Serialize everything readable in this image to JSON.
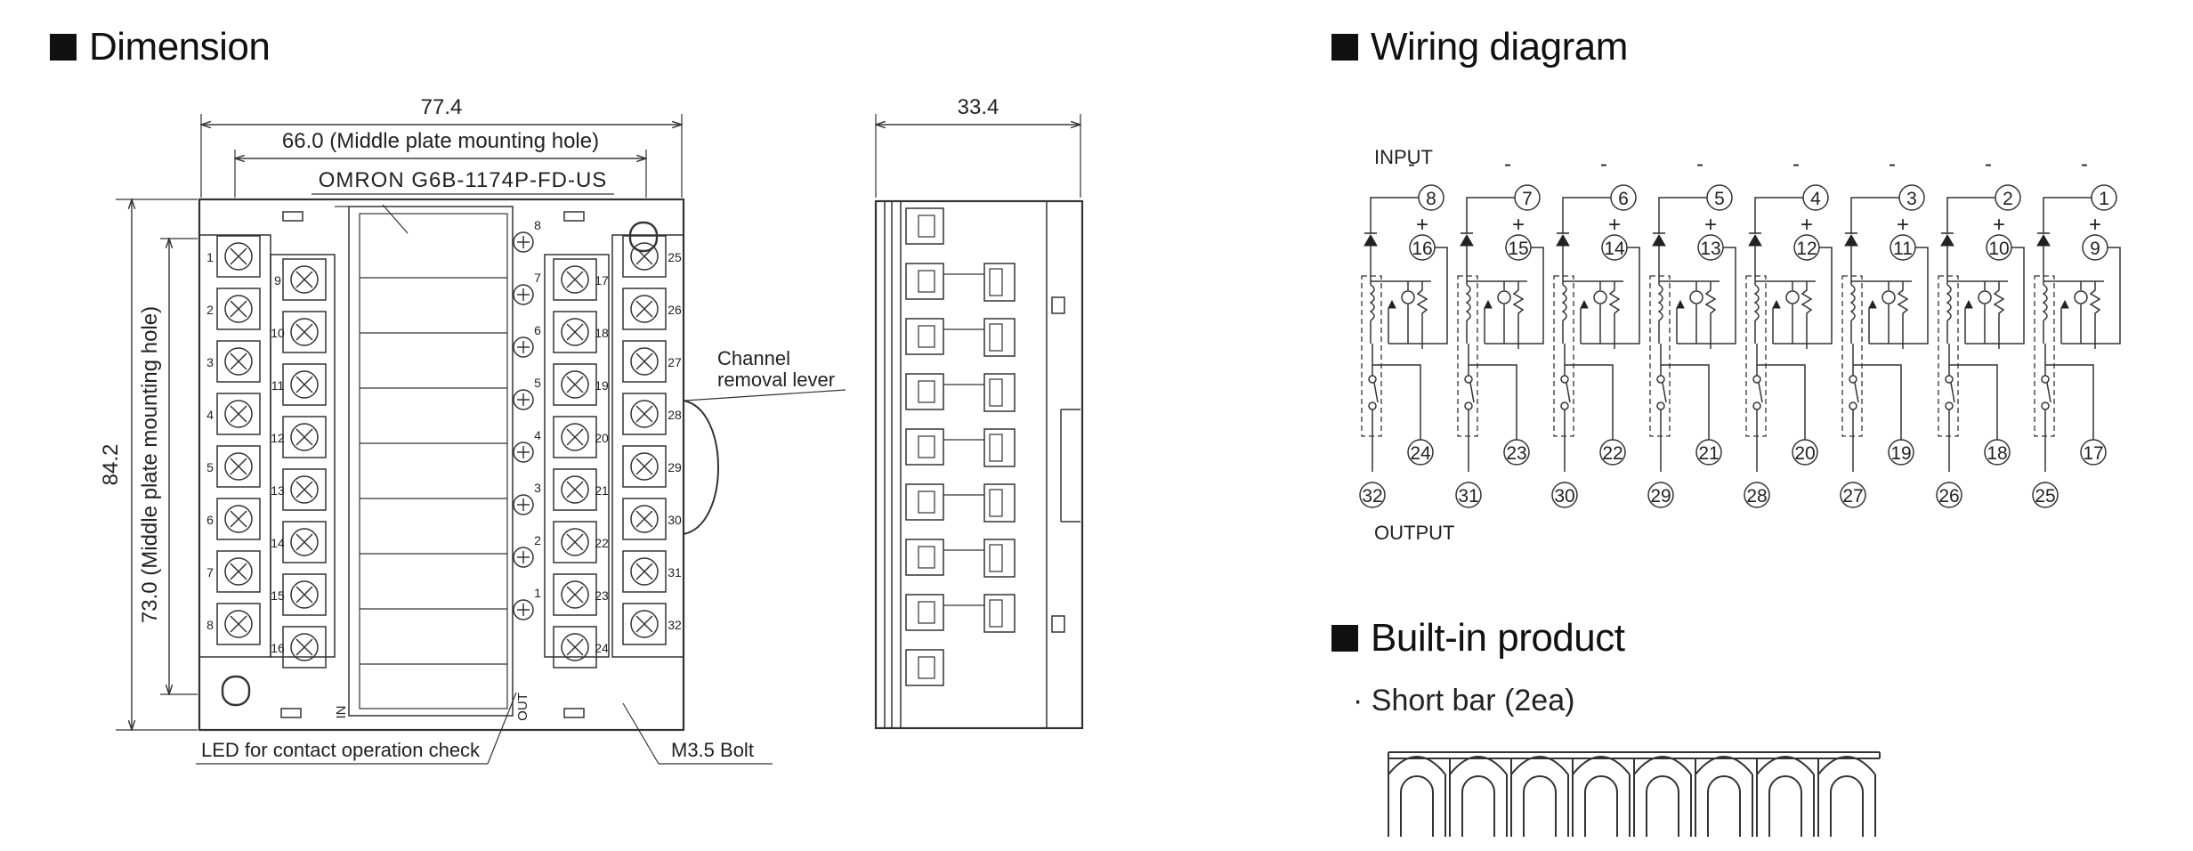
{
  "sections": {
    "dimension": "Dimension",
    "wiring": "Wiring diagram",
    "builtin": "Built-in product"
  },
  "dimension": {
    "width_overall": "77.4",
    "width_mount": "66.0 (Middle plate mounting hole)",
    "model": "OMRON G6B-1174P-FD-US",
    "height_overall": "84.2",
    "height_mount": "73.0 (Middle plate mounting hole)",
    "side_width": "33.4",
    "lever_label_1": "Channel",
    "lever_label_2": "removal lever",
    "led_label": "LED for contact operation check",
    "bolt_label": "M3.5 Bolt",
    "in_label": "IN",
    "out_label": "OUT"
  },
  "wiring": {
    "input_label": "INPUT",
    "output_label": "OUTPUT",
    "channels": [
      {
        "neg": "8",
        "pos": "16",
        "nc": "24",
        "com": "32"
      },
      {
        "neg": "7",
        "pos": "15",
        "nc": "23",
        "com": "31"
      },
      {
        "neg": "6",
        "pos": "14",
        "nc": "22",
        "com": "30"
      },
      {
        "neg": "5",
        "pos": "13",
        "nc": "21",
        "com": "29"
      },
      {
        "neg": "4",
        "pos": "12",
        "nc": "20",
        "com": "28"
      },
      {
        "neg": "3",
        "pos": "11",
        "nc": "19",
        "com": "27"
      },
      {
        "neg": "2",
        "pos": "10",
        "nc": "18",
        "com": "26"
      },
      {
        "neg": "1",
        "pos": "9",
        "nc": "17",
        "com": "25"
      }
    ],
    "minus": "-",
    "plus": "+"
  },
  "builtin": {
    "item": "· Short bar (2ea)"
  }
}
